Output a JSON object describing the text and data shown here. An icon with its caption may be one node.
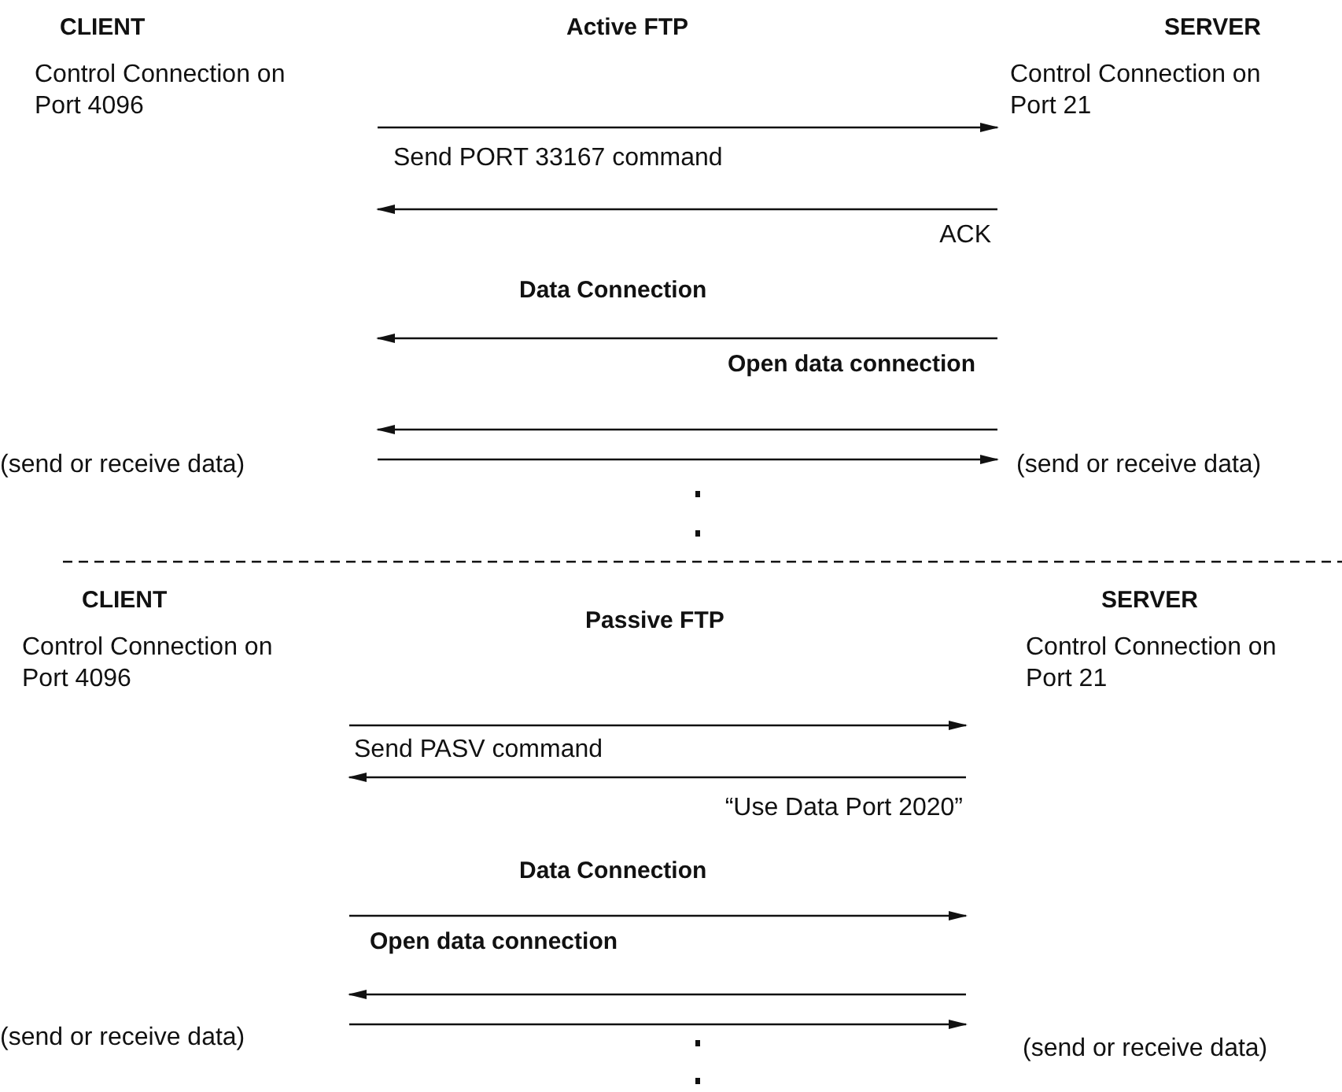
{
  "diagram": {
    "nodes": [
      {
        "text": [
          "CLIENT",
          "Control Connection on Port 4096",
          "(send or receive data)"
        ]
      },
      {
        "text": [
          "SERVER",
          "Control Connection on Port 21",
          "(send or receive data)"
        ]
      },
      {
        "text": [
          "CLIENT",
          "Control Connection on Port 4096",
          "(send or receive data)"
        ]
      },
      {
        "text": [
          "SERVER",
          "Control Connection on Port 21",
          "(send or receive data)"
        ]
      }
    ],
    "edges": [
      {
        "from": 0,
        "to": 1,
        "arrow": "to",
        "label": "Send PORT 33167 command"
      },
      {
        "from": 1,
        "to": 0,
        "arrow": "to",
        "label": "ACK"
      },
      {
        "from": 1,
        "to": 0,
        "arrow": "to",
        "label": "Open data connection"
      },
      {
        "from": 1,
        "to": 0,
        "arrow": "to"
      },
      {
        "from": 0,
        "to": 1,
        "arrow": "to"
      },
      {
        "from": 2,
        "to": 3,
        "arrow": "to",
        "label": "Send PASV command"
      },
      {
        "from": 3,
        "to": 2,
        "arrow": "to",
        "label": "“Use Data Port 2020”"
      },
      {
        "from": 2,
        "to": 3,
        "arrow": "to",
        "label": "Open data connection"
      },
      {
        "from": 3,
        "to": 2,
        "arrow": "to"
      },
      {
        "from": 2,
        "to": 3,
        "arrow": "to"
      }
    ],
    "labels": [
      "Active FTP",
      "Data Connection",
      "Passive FTP",
      "Data Connection"
    ]
  }
}
